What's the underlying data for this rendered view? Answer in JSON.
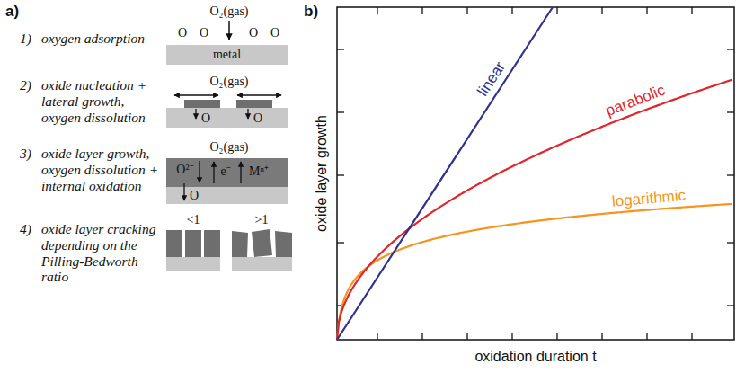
{
  "diagram": {
    "nodes": [
      {
        "text": [
          "metal"
        ]
      }
    ],
    "labels": [
      "a)",
      "1)",
      "oxygen adsorption",
      "2)",
      "oxide nucleation + lateral growth, oxygen dissolution",
      "3)",
      "oxide layer growth, oxygen dissolution + internal oxidation",
      "4)",
      "oxide layer cracking depending on the Pilling-Bedworth ratio",
      "O₂(gas)",
      "O",
      "O",
      "O",
      "O",
      "O₂(gas)",
      "O",
      "O",
      "O₂(gas)",
      "O²⁻",
      "e⁻",
      "Mⁿ⁺",
      "O",
      "<1",
      ">1",
      "b)",
      "oxide layer growth",
      "oxidation duration t",
      "linear",
      "parabolic",
      "logarithmic"
    ]
  }
}
